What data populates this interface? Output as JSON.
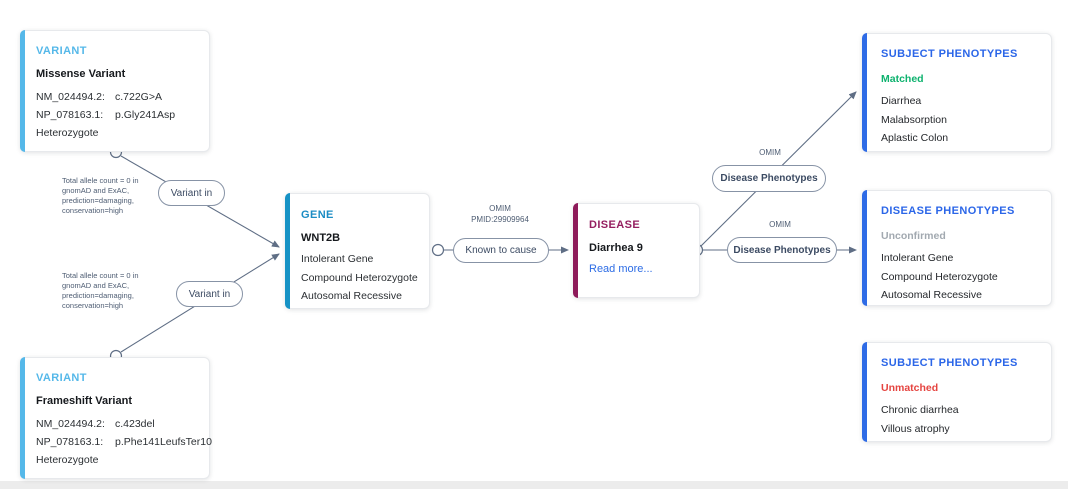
{
  "colors": {
    "variant_accent": "#55b8e9",
    "gene_accent": "#1692c5",
    "disease_accent": "#8e1b5a",
    "phenotype_accent": "#2e6be6",
    "matched_green": "#0db26e",
    "unmatched_red": "#e54440",
    "unconfirmed_gray": "#a2a9b0",
    "edge_slate": "#5f6e85",
    "link_blue": "#2c6ce5"
  },
  "nodes": {
    "variant_top": {
      "type_label": "VARIANT",
      "title": "Missense Variant",
      "rows": [
        {
          "label": "NM_024494.2:",
          "value": "c.722G>A"
        },
        {
          "label": "NP_078163.1:",
          "value": "p.Gly241Asp"
        }
      ],
      "zygosity": "Heterozygote"
    },
    "variant_bottom": {
      "type_label": "VARIANT",
      "title": "Frameshift Variant",
      "rows": [
        {
          "label": "NM_024494.2:",
          "value": "c.423del"
        },
        {
          "label": "NP_078163.1:",
          "value": "p.Phe141LeufsTer10"
        }
      ],
      "zygosity": "Heterozygote"
    },
    "gene": {
      "type_label": "GENE",
      "title": "WNT2B",
      "attributes": [
        "Intolerant Gene",
        "Compound Heterozygote",
        "Autosomal Recessive"
      ]
    },
    "disease": {
      "type_label": "DISEASE",
      "title": "Diarrhea 9",
      "link_label": "Read more..."
    },
    "subject_phenotypes_matched": {
      "type_label": "SUBJECT PHENOTYPES",
      "status": "Matched",
      "items": [
        "Diarrhea",
        "Malabsorption",
        "Aplastic Colon"
      ]
    },
    "disease_phenotypes": {
      "type_label": "DISEASE PHENOTYPES",
      "status": "Unconfirmed",
      "items": [
        "Intolerant Gene",
        "Compound Heterozygote",
        "Autosomal Recessive"
      ]
    },
    "subject_phenotypes_unmatched": {
      "type_label": "SUBJECT PHENOTYPES",
      "status": "Unmatched",
      "items": [
        "Chronic diarrhea",
        "Villous atrophy"
      ]
    }
  },
  "edges": {
    "variant_in_1": {
      "label": "Variant in",
      "annotation": "Total allele count = 0 in\ngnomAD and ExAC,\nprediction=damaging,\nconservation=high"
    },
    "variant_in_2": {
      "label": "Variant in",
      "annotation": "Total allele count = 0 in\ngnomAD and ExAC,\nprediction=damaging,\nconservation=high"
    },
    "known_to_cause": {
      "label": "Known to cause",
      "source": "OMIM\nPMID:29909964"
    },
    "disease_phenotypes_1": {
      "label": "Disease Phenotypes",
      "source": "OMIM"
    },
    "disease_phenotypes_2": {
      "label": "Disease Phenotypes",
      "source": "OMIM"
    }
  }
}
